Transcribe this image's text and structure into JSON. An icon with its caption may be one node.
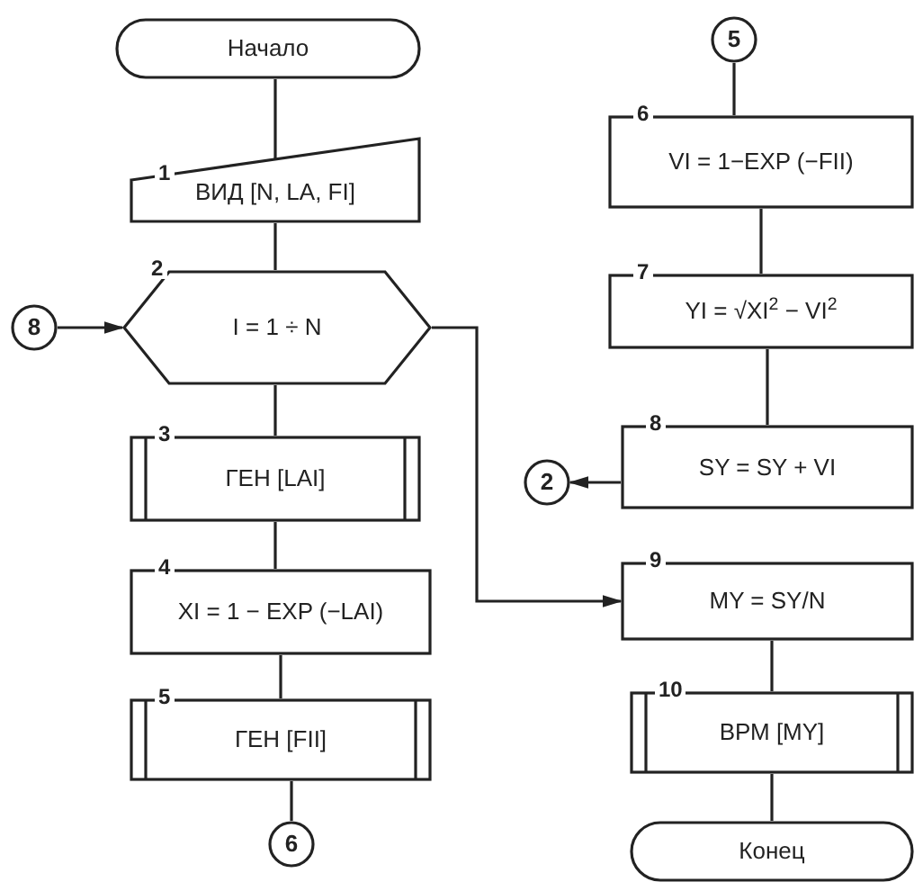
{
  "diagram": {
    "nodes": [
      {
        "text": [
          "Начало"
        ]
      },
      {
        "text": [
          "ВИД [N, LA, FI]"
        ],
        "beside": [
          "1"
        ]
      },
      {
        "text": [
          "I = 1 ÷ N"
        ],
        "beside": [
          "2"
        ]
      },
      {
        "text": [
          "ГЕН [LAI]"
        ],
        "beside": [
          "3"
        ]
      },
      {
        "text": [
          "XI = 1 − EXP (−LAI)"
        ],
        "beside": [
          "4"
        ]
      },
      {
        "text": [
          "ГЕН [FII]"
        ],
        "beside": [
          "5"
        ]
      },
      {
        "text": [
          "6"
        ]
      },
      {
        "text": [
          "8"
        ]
      },
      {
        "text": [
          "5"
        ]
      },
      {
        "text": [
          "VI = 1−EXP (−FII)"
        ],
        "beside": [
          "6"
        ]
      },
      {
        "text": [
          "YI = √XI$^{2}$ − VI$^{2}$"
        ],
        "beside": [
          "7"
        ]
      },
      {
        "text": [
          "2"
        ]
      },
      {
        "text": [
          "SY = SY + VI"
        ],
        "beside": [
          "8"
        ]
      },
      {
        "text": [
          "MY = SY/N"
        ],
        "beside": [
          "9"
        ]
      },
      {
        "text": [
          "ВРМ [MY]"
        ],
        "beside": [
          "10"
        ]
      },
      {
        "text": [
          "Конец"
        ]
      }
    ],
    "edges": [
      {
        "from": 0,
        "to": 1,
        "arrow": "none"
      },
      {
        "from": 1,
        "to": 2,
        "arrow": "none"
      },
      {
        "from": 7,
        "to": 2,
        "arrow": "to"
      },
      {
        "from": 2,
        "to": 3,
        "arrow": "none"
      },
      {
        "from": 3,
        "to": 4,
        "arrow": "none"
      },
      {
        "from": 4,
        "to": 5,
        "arrow": "none"
      },
      {
        "from": 5,
        "to": 6,
        "arrow": "none"
      },
      {
        "from": 8,
        "to": 9,
        "arrow": "none"
      },
      {
        "from": 9,
        "to": 10,
        "arrow": "none"
      },
      {
        "from": 10,
        "to": 12,
        "arrow": "none"
      },
      {
        "from": 12,
        "to": 11,
        "arrow": "to"
      },
      {
        "from": 2,
        "to": 13,
        "arrow": "to"
      },
      {
        "from": 13,
        "to": 14,
        "arrow": "none"
      },
      {
        "from": 14,
        "to": 15,
        "arrow": "none"
      }
    ]
  }
}
